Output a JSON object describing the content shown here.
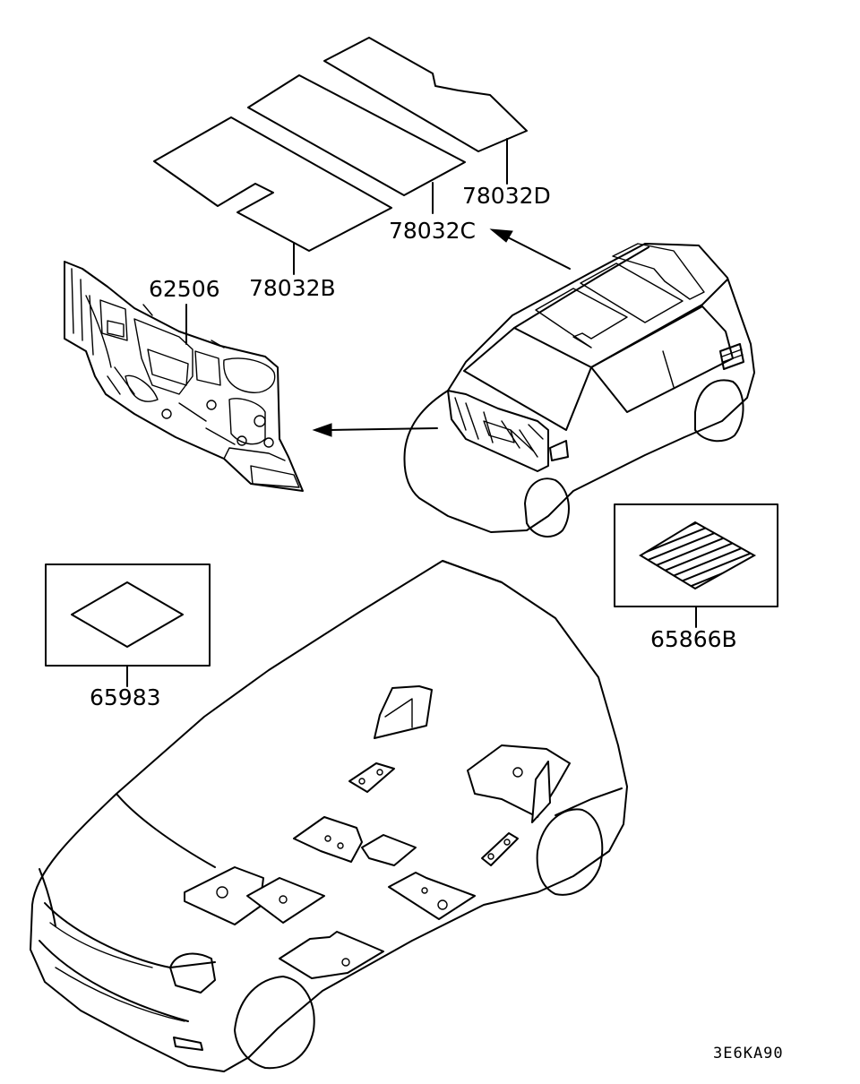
{
  "labels": {
    "p78032d": "78032D",
    "p78032c": "78032C",
    "p78032b": "78032B",
    "p62506": "62506",
    "p65866b": "65866B",
    "p65983": "65983"
  },
  "diagram_code": "3E6KA90"
}
